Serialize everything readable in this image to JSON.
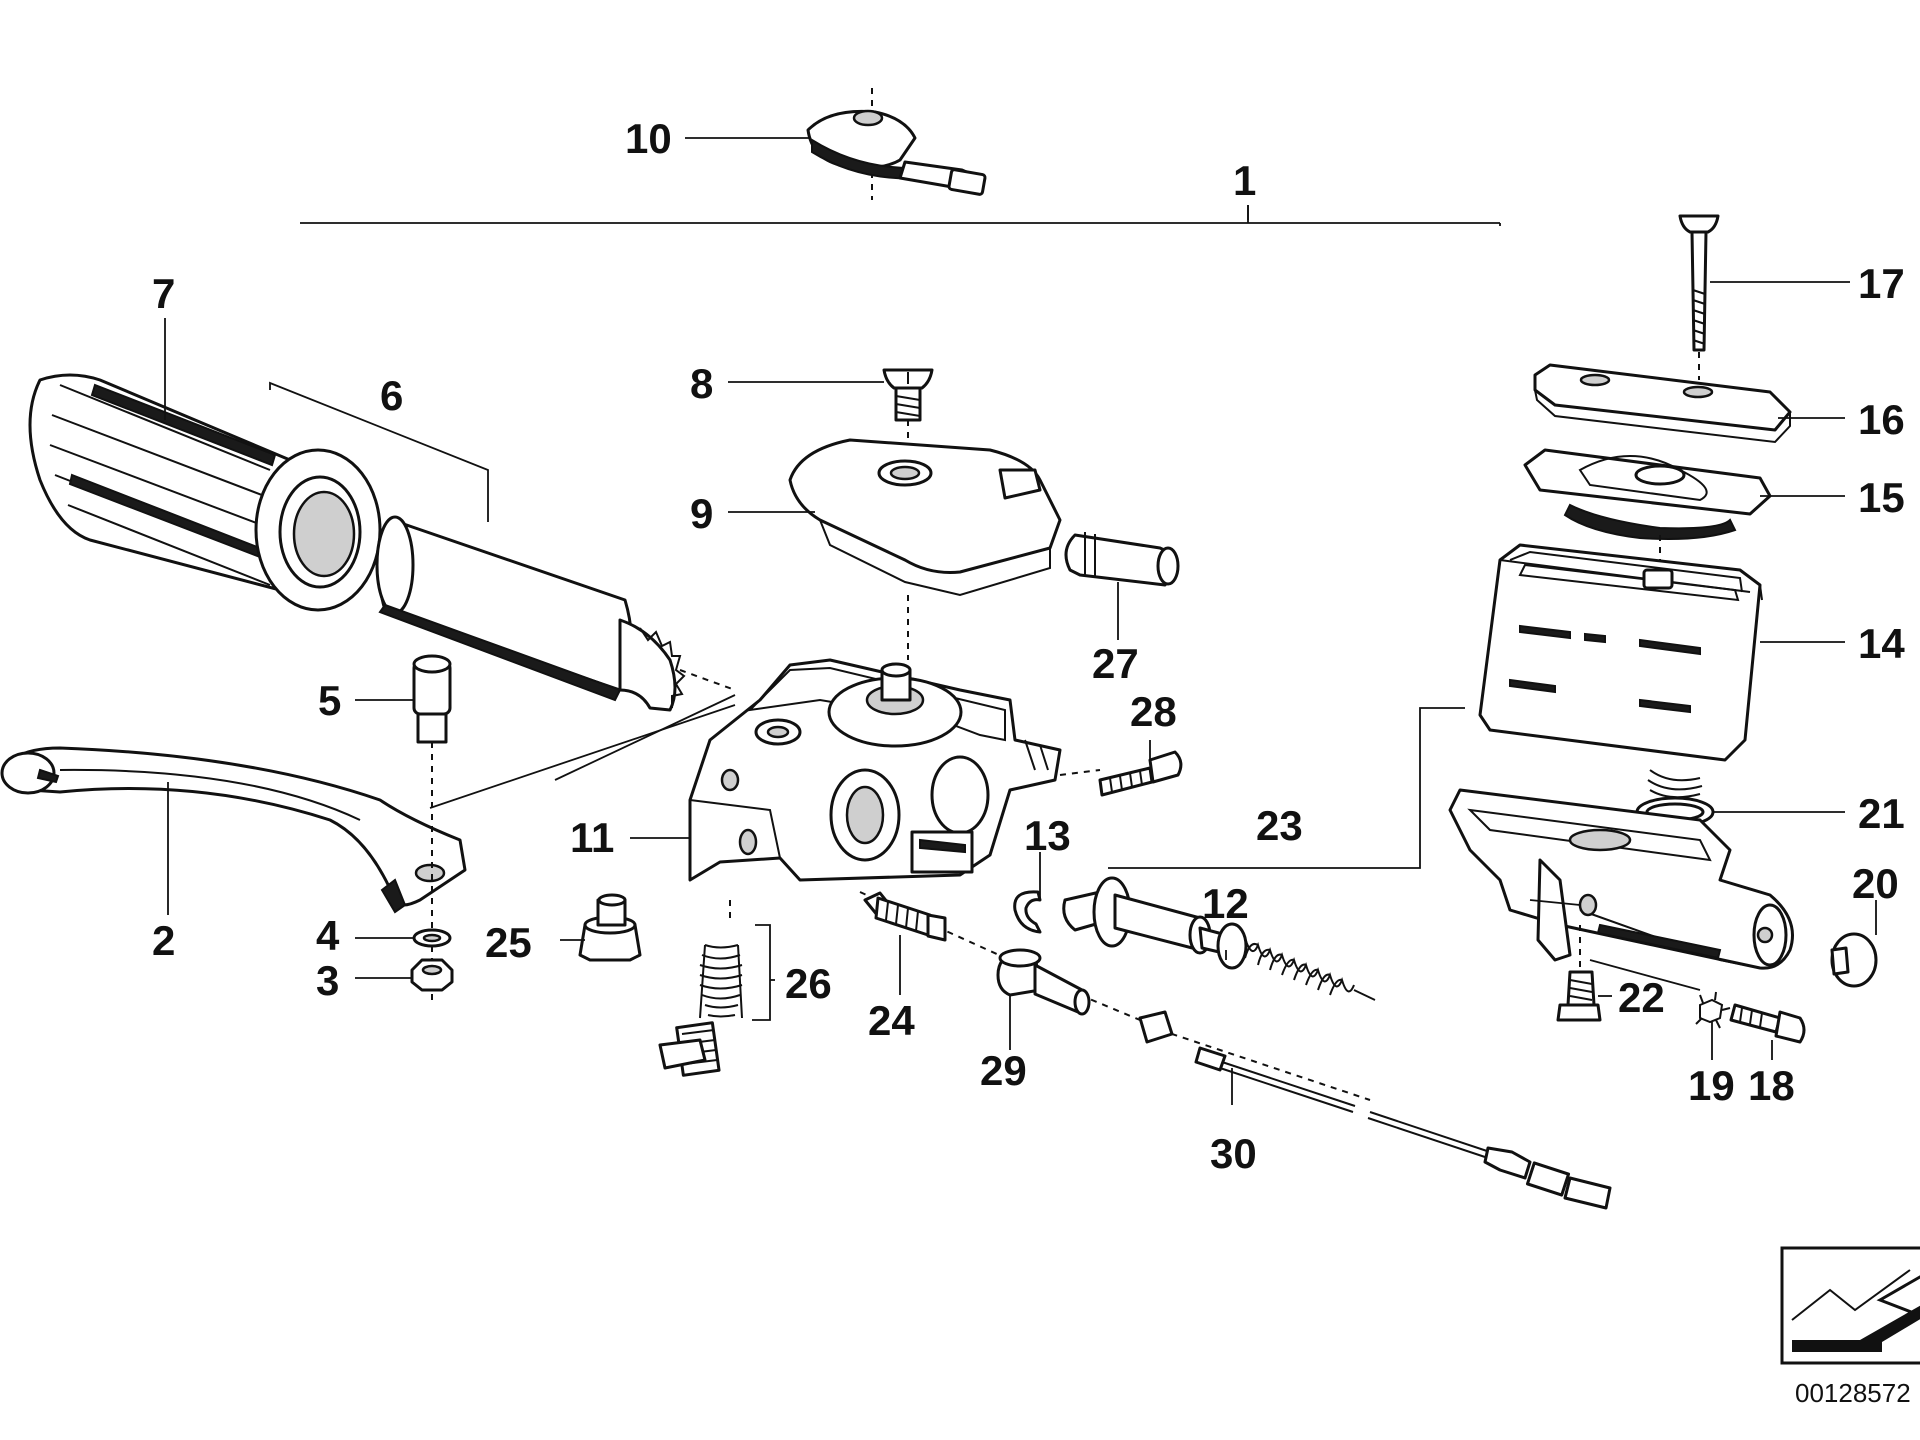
{
  "diagram": {
    "reference_number": "00128572",
    "callouts": [
      {
        "id": "c1",
        "text": "1"
      },
      {
        "id": "c2",
        "text": "2"
      },
      {
        "id": "c3",
        "text": "3"
      },
      {
        "id": "c4",
        "text": "4"
      },
      {
        "id": "c5",
        "text": "5"
      },
      {
        "id": "c6",
        "text": "6"
      },
      {
        "id": "c7",
        "text": "7"
      },
      {
        "id": "c8",
        "text": "8"
      },
      {
        "id": "c9",
        "text": "9"
      },
      {
        "id": "c10",
        "text": "10"
      },
      {
        "id": "c11",
        "text": "11"
      },
      {
        "id": "c12",
        "text": "12"
      },
      {
        "id": "c13",
        "text": "13"
      },
      {
        "id": "c14",
        "text": "14"
      },
      {
        "id": "c15",
        "text": "15"
      },
      {
        "id": "c16",
        "text": "16"
      },
      {
        "id": "c17",
        "text": "17"
      },
      {
        "id": "c18",
        "text": "18"
      },
      {
        "id": "c19",
        "text": "19"
      },
      {
        "id": "c20",
        "text": "20"
      },
      {
        "id": "c21",
        "text": "21"
      },
      {
        "id": "c22",
        "text": "22"
      },
      {
        "id": "c23",
        "text": "23"
      },
      {
        "id": "c24",
        "text": "24"
      },
      {
        "id": "c25",
        "text": "25"
      },
      {
        "id": "c26",
        "text": "26"
      },
      {
        "id": "c27",
        "text": "27"
      },
      {
        "id": "c28",
        "text": "28"
      },
      {
        "id": "c29",
        "text": "29"
      },
      {
        "id": "c30",
        "text": "30"
      }
    ]
  }
}
